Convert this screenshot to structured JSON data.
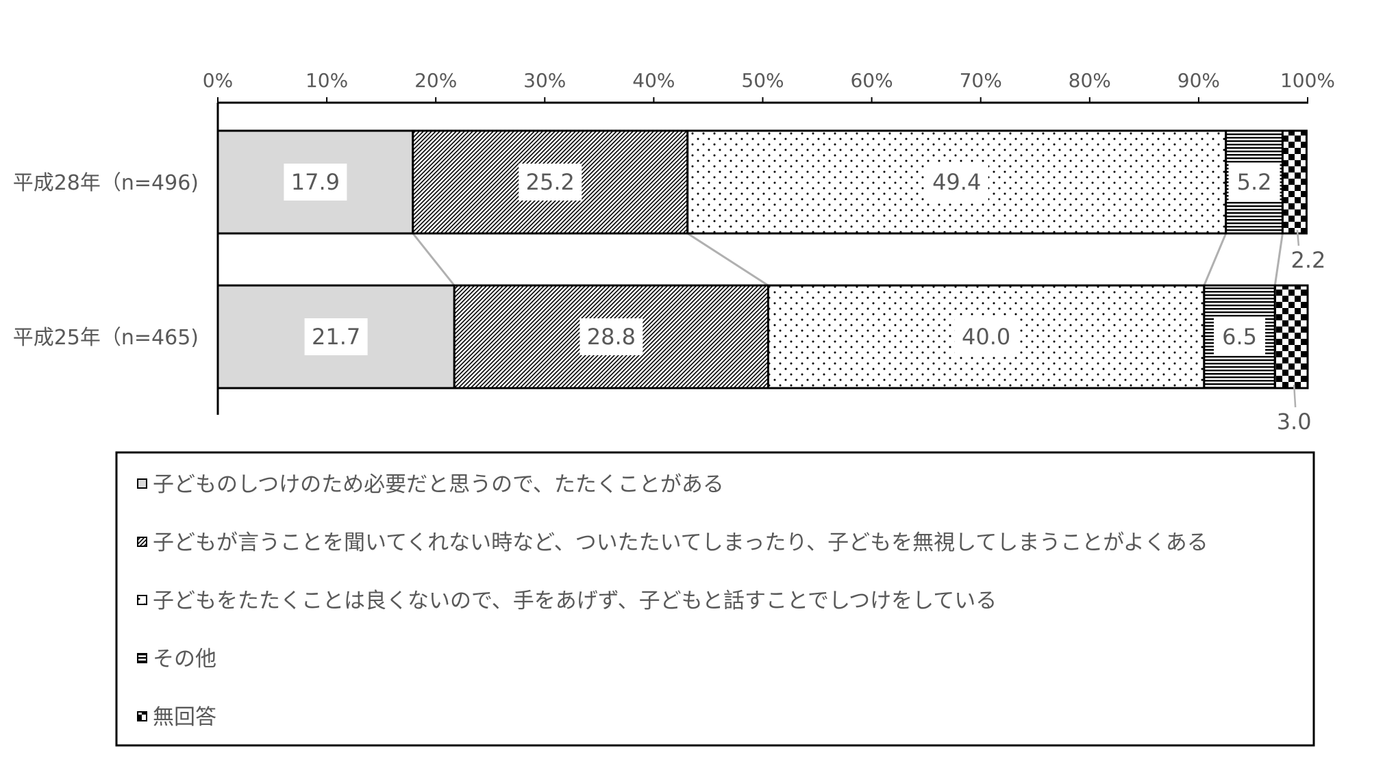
{
  "chart_data": {
    "type": "bar",
    "orientation": "horizontal",
    "stacked": true,
    "percent": true,
    "categories": [
      "平成28年（n=496)",
      "平成25年（n=465)"
    ],
    "xlim": [
      0,
      100
    ],
    "x_ticks": [
      "0%",
      "10%",
      "20%",
      "30%",
      "40%",
      "50%",
      "60%",
      "70%",
      "80%",
      "90%",
      "100%"
    ],
    "grid": false,
    "legend_position": "bottom",
    "series": [
      {
        "name": "子どものしつけのため必要だと思うので、たたくことがある",
        "values": [
          17.9,
          21.7
        ],
        "labels": [
          "17.9",
          "21.7"
        ],
        "fill": "#d9d9d9",
        "pattern": "solid"
      },
      {
        "name": "子どもが言うことを聞いてくれない時など、ついたたいてしまったり、子どもを無視してしまうことがよくある",
        "values": [
          25.2,
          28.8
        ],
        "labels": [
          "25.2",
          "28.8"
        ],
        "fill": "#000000",
        "pattern": "diagonal"
      },
      {
        "name": "子どもをたたくことは良くないので、手をあげず、子どもと話すことでしつけをしている",
        "values": [
          49.4,
          40.0
        ],
        "labels": [
          "49.4",
          "40.0"
        ],
        "fill": "#000000",
        "pattern": "dots"
      },
      {
        "name": "その他",
        "values": [
          5.2,
          6.5
        ],
        "labels": [
          "5.2",
          "6.5"
        ],
        "fill": "#000000",
        "pattern": "horizontal"
      },
      {
        "name": "無回答",
        "values": [
          2.2,
          3.0
        ],
        "labels": [
          "2.2",
          "3.0"
        ],
        "fill": "#000000",
        "pattern": "checker"
      }
    ]
  }
}
